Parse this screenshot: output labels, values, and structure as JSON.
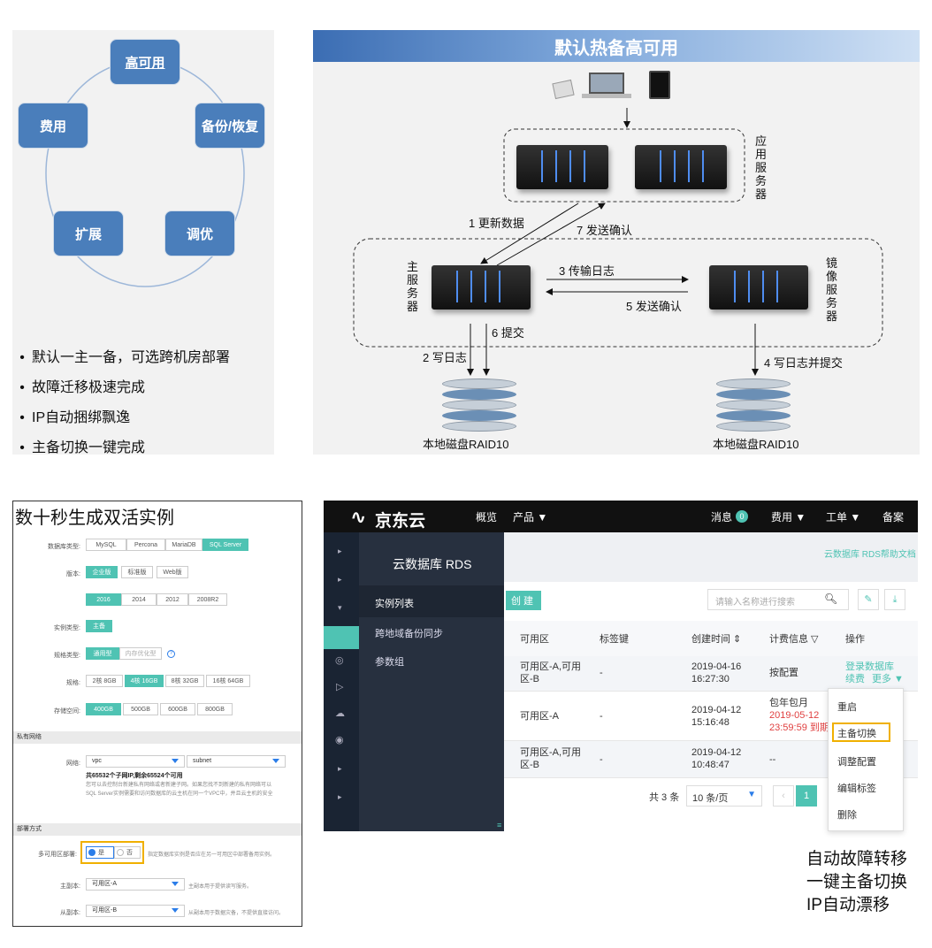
{
  "ha_cycle": {
    "nodes": [
      "高可用",
      "备份/恢复",
      "调优",
      "扩展",
      "费用"
    ],
    "bullets": [
      "默认一主一备，可选跨机房部署",
      "故障迁移极速完成",
      "IP自动捆绑飘逸",
      "主备切换一键完成"
    ]
  },
  "ha_diagram": {
    "title": "默认热备高可用",
    "app_servers_label": "应用服务器",
    "master_label": "主服务器",
    "mirror_label": "镜像服务器",
    "steps": [
      "1 更新数据",
      "2 写日志",
      "3 传输日志",
      "4 写日志并提交",
      "5 发送确认",
      "6 提交",
      "7 发送确认"
    ],
    "disk_label": "本地磁盘RAID10"
  },
  "create_form": {
    "title": "数十秒生成双活实例",
    "db_type_label": "数据库类型:",
    "db_types": [
      "MySQL",
      "Percona",
      "MariaDB",
      "SQL Server"
    ],
    "version_label": "版本:",
    "editions": [
      "企业版",
      "标准版",
      "Web版"
    ],
    "years": [
      "2016",
      "2014",
      "2012",
      "2008R2"
    ],
    "instance_type_label": "实例类型:",
    "instance_type": "主备",
    "spec_type_label": "规格类型:",
    "spec_types": [
      "通用型",
      "内存优化型"
    ],
    "spec_label": "规格:",
    "specs": [
      "2核 8GB",
      "4核 16GB",
      "8核 32GB",
      "16核 64GB"
    ],
    "storage_label": "存储空间:",
    "storage": [
      "400GB",
      "500GB",
      "600GB",
      "800GB"
    ],
    "network_section": "私有网络",
    "network_label": "网络:",
    "vpc": "vpc",
    "subnet": "subnet",
    "ip_count": "共65532个子网IP,剩余65524个可用",
    "network_hint1": "您可以去控制台新建私有网络或者新建子网。如果您找不到新建的私有网络可以",
    "network_hint2": "SQL Server实例需要和访问数据库的云主机在同一个VPC中，并且云主机的安全",
    "deploy_section": "部署方式",
    "multi_az_label": "多可用区部署:",
    "yes": "是",
    "no": "否",
    "multi_az_hint": "指定数据库实例是否应在另一可用区中部署备用实例。",
    "primary_label": "主副本:",
    "primary_az": "可用区-A",
    "primary_hint": "主副本用于提供读写服务。",
    "secondary_label": "从副本:",
    "secondary_az": "可用区-B",
    "secondary_hint": "从副本用于数据灾备，不提供直接访问。"
  },
  "console": {
    "brand": "京东云",
    "nav": [
      "概览",
      "产品 ▼",
      "消息",
      "费用 ▼",
      "工单 ▼",
      "备案"
    ],
    "msg_badge": "0",
    "product_title": "云数据库 RDS",
    "help_link": "云数据库 RDS帮助文档",
    "menu": [
      "实例列表",
      "跨地域备份同步",
      "参数组"
    ],
    "create_btn": "创 建",
    "search_placeholder": "请输入名称进行搜索",
    "columns": [
      "可用区",
      "标签键",
      "创建时间 ⇕",
      "计费信息 ▽",
      "操作"
    ],
    "rows": [
      {
        "az": "可用区-A,可用区-B",
        "tag": "-",
        "created": "2019-04-16 16:27:30",
        "billing": "按配置",
        "expire": "",
        "ops": "登录数据库",
        "ops2": "续费",
        "more": "更多 ▼"
      },
      {
        "az": "可用区-A",
        "tag": "-",
        "created": "2019-04-12 15:16:48",
        "billing": "包年包月",
        "expire": "2019-05-12 23:59:59 到期",
        "ops": "",
        "ops2": "",
        "more": ""
      },
      {
        "az": "可用区-A,可用区-B",
        "tag": "-",
        "created": "2019-04-12 10:48:47",
        "billing": "--",
        "expire": "",
        "ops": "",
        "ops2": "",
        "more": ""
      }
    ],
    "total": "共 3 条",
    "page_size": "10 条/页",
    "page": "1",
    "more_menu": [
      "重启",
      "主备切换",
      "调整配置",
      "编辑标签",
      "删除"
    ]
  },
  "caption": [
    "自动故障转移",
    "一键主备切换",
    "IP自动漂移"
  ]
}
